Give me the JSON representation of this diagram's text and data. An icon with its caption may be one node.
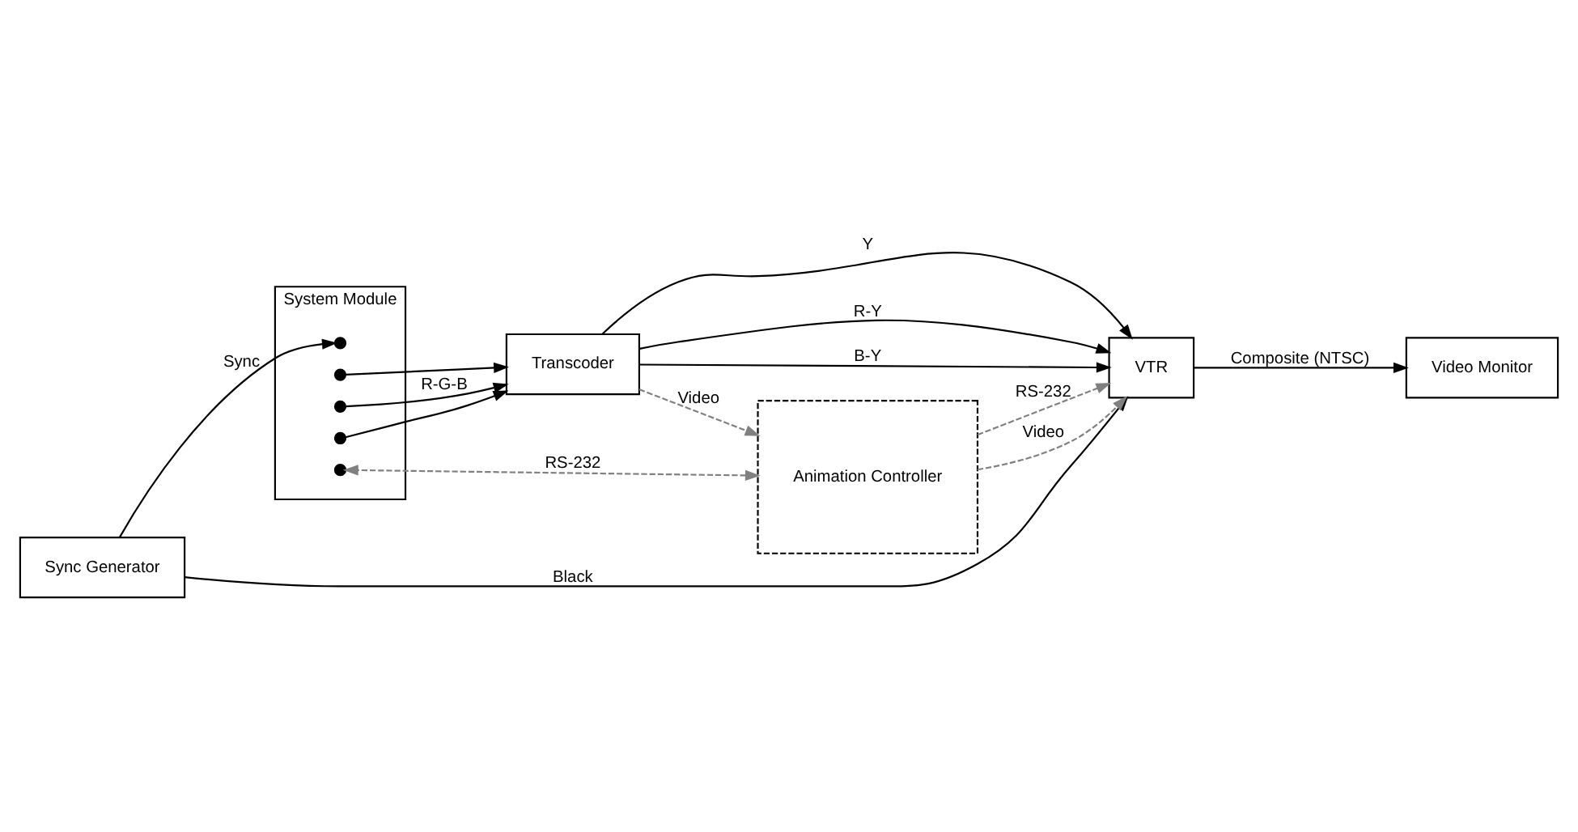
{
  "diagram": {
    "nodes": [
      {
        "text": [
          "Sync Generator"
        ]
      },
      {
        "text": [
          "System Module"
        ]
      },
      {
        "text": [
          "Transcoder"
        ]
      },
      {
        "text": [
          "VTR"
        ]
      },
      {
        "text": [],
        "shape": "circle",
        "in": 1
      },
      {
        "text": [],
        "shape": "circle",
        "in": 1
      },
      {
        "text": [],
        "shape": "circle",
        "in": 1
      },
      {
        "text": [],
        "shape": "circle",
        "in": 1
      },
      {
        "text": [],
        "shape": "circle",
        "in": 1
      },
      {
        "text": [
          "Animation Controller"
        ]
      },
      {
        "text": [
          "Video Monitor"
        ]
      }
    ],
    "edges": [
      {
        "from": 0,
        "to": 4,
        "arrow": "to",
        "label": "Sync"
      },
      {
        "from": 0,
        "to": 3,
        "arrow": "to",
        "label": "Black"
      },
      {
        "from": 2,
        "to": 3,
        "arrow": "to",
        "label": "Y"
      },
      {
        "from": 2,
        "to": 3,
        "arrow": "to",
        "label": "R-Y"
      },
      {
        "from": 2,
        "to": 3,
        "arrow": "to",
        "label": "B-Y"
      },
      {
        "from": 5,
        "to": 2,
        "arrow": "to"
      },
      {
        "from": 6,
        "to": 2,
        "arrow": "to",
        "label": "R-G-B"
      },
      {
        "from": 7,
        "to": 2,
        "arrow": "to"
      },
      {
        "from": 2,
        "to": 9,
        "arrow": "to",
        "label": "Video",
        "style": "dashed",
        "color": "#808080"
      },
      {
        "from": 9,
        "to": 3,
        "arrow": "to",
        "label": "RS-232",
        "style": "dashed",
        "color": "#808080"
      },
      {
        "from": 9,
        "to": 3,
        "arrow": "to",
        "label": "Video",
        "style": "dashed",
        "color": "#808080"
      },
      {
        "from": 9,
        "to": 8,
        "arrow": "both",
        "label": "RS-232",
        "style": "dashed",
        "color": "#808080"
      },
      {
        "from": 3,
        "to": 10,
        "arrow": "to",
        "label": "Composite (NTSC)"
      }
    ]
  }
}
